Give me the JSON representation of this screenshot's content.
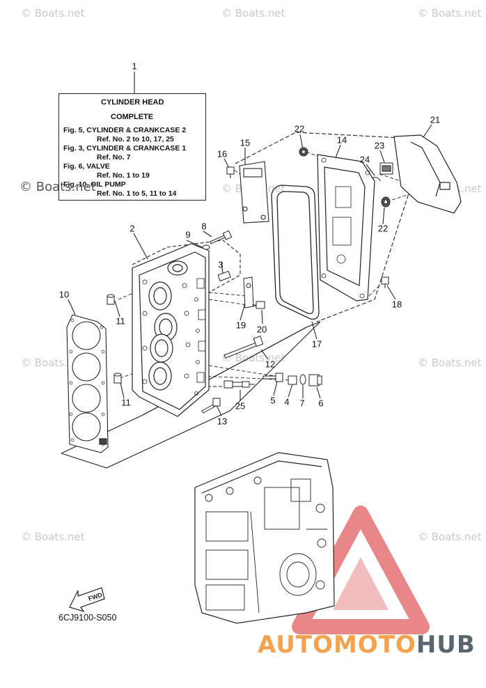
{
  "watermark": "© Boats.net",
  "watermark_dark": "© Boats.net",
  "info_box": {
    "lines": [
      "CYLINDER  HEAD",
      "COMPLETE",
      "Fig. 5, CYLINDER & CRANKCASE 2",
      "Ref. No. 2 to 10, 17, 25",
      "Fig. 3, CYLINDER & CRANKCASE 1",
      "Ref. No. 7",
      "Fig. 6, VALVE",
      "Ref. No. 1 to 19",
      "Fig. 10, OIL PUMP",
      "Ref. No. 1 to 5, 11 to 14"
    ]
  },
  "callouts": {
    "c1": "1",
    "c2": "2",
    "c3": "3",
    "c4": "4",
    "c5": "5",
    "c6": "6",
    "c7": "7",
    "c8": "8",
    "c9": "9",
    "c10": "10",
    "c11a": "11",
    "c11b": "11",
    "c12": "12",
    "c13": "13",
    "c14": "14",
    "c15": "15",
    "c16": "16",
    "c17": "17",
    "c18": "18",
    "c19": "19",
    "c20": "20",
    "c21": "21",
    "c22a": "22",
    "c22b": "22",
    "c23": "23",
    "c24": "24",
    "c25": "25"
  },
  "fwd_label": "FWD",
  "diagram_code": "6CJ9100-S050",
  "brand": {
    "part1": "AUTOMOTO",
    "part2": "HUB"
  },
  "colors": {
    "line": "#222222",
    "watermark": "#c9c9c9",
    "logo_red": "#e8868a",
    "brand_orange": "#f3a24d",
    "brand_gray": "#59666f"
  }
}
